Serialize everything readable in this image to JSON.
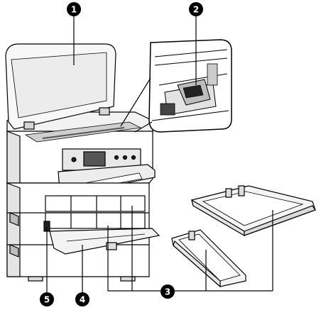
{
  "callouts": [
    {
      "label": "1",
      "meaning": "scanner-unit"
    },
    {
      "label": "2",
      "meaning": "print-head-area"
    },
    {
      "label": "3",
      "meaning": "paper-cassettes"
    },
    {
      "label": "4",
      "meaning": "front-cover"
    },
    {
      "label": "5",
      "meaning": "power-area"
    }
  ],
  "colors": {
    "line": "#000000",
    "device_fill": "#ffffff",
    "light_gray": "#e9e9e9",
    "mid_gray": "#bdbdbd",
    "dark": "#222222",
    "callout_fill": "#000000",
    "callout_text": "#ffffff"
  }
}
